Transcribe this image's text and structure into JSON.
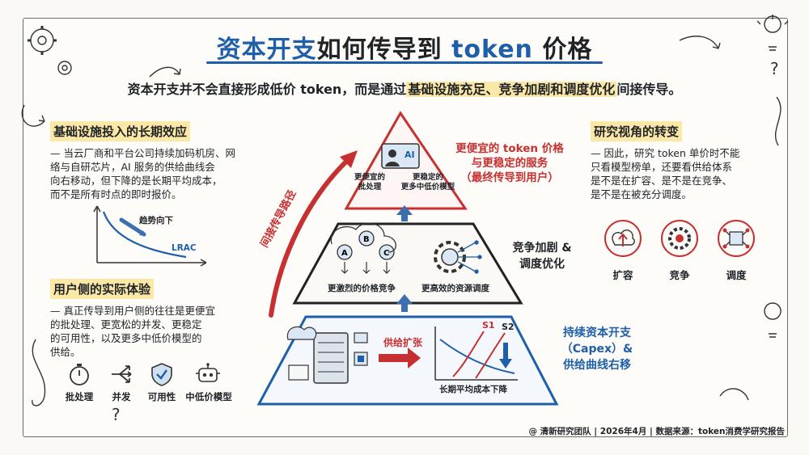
{
  "title": {
    "part1": "资本开支",
    "part2": "如何传导到 ",
    "part3": "token",
    "part4": " 价格"
  },
  "subtitle": {
    "pre": "资本开支并不会直接形成低价 token，而是通过",
    "hl": "基础设施充足、竞争加剧和调度优化",
    "post": "间接传导。"
  },
  "left_top": {
    "heading": "基础设施投入的长期效应",
    "body": [
      "— 当云厂商和平台公司持续加码机房、网",
      "络与自研芯片，AI 服务的供给曲线会",
      "向右移动，但下降的是长期平均成本，",
      "而不是所有时点的即时报价。"
    ],
    "trend_label": "趋势向下",
    "curve_label": "LRAC"
  },
  "left_bottom": {
    "heading": "用户侧的实际体验",
    "body": [
      "— 真正传导到用户侧的往往是更便宜",
      "的批处理、更宽松的并发、更稳定",
      "的可用性，以及更多中低价模型的",
      "供给。"
    ],
    "icons": [
      "批处理",
      "并发",
      "可用性",
      "中低价模型"
    ]
  },
  "pyramid": {
    "top": {
      "ai": "AI",
      "left": [
        "更便宜的",
        "批处理"
      ],
      "right": [
        "更稳定的",
        "更多中低价模型"
      ]
    },
    "middle": {
      "nodes": [
        "B",
        "A",
        "C"
      ],
      "left": "更激烈的价格竞争",
      "right": "更高效的资源调度"
    },
    "bottom": {
      "supply": "供给扩张",
      "s1": "S1",
      "s2": "S2",
      "axis": "长期平均成本下降"
    },
    "side_arrow": "间接传导路径"
  },
  "right_labels": {
    "top": [
      "更便宜的 token 价格",
      "与更稳定的服务",
      "（最终传导到用户）"
    ],
    "middle": [
      "竞争加剧 &",
      "调度优化"
    ],
    "bottom": [
      "持续资本开支",
      "（Capex）&",
      "供给曲线右移"
    ]
  },
  "right_panel": {
    "heading": "研究视角的转变",
    "body": [
      "— 因此，研究 token 单价时不能",
      "只看模型榜单，还要看供给体系",
      "是不是在扩容、是不是在竞争、",
      "是不是在被充分调度。"
    ],
    "icons": [
      "扩容",
      "竞争",
      "调度"
    ]
  },
  "footer": "@ 清新研究团队 | 2026年4月 | 数据来源：token消费学研究报告",
  "colors": {
    "blue": "#1f5fa9",
    "red": "#c73030",
    "highlight": "#fbe7a6"
  }
}
